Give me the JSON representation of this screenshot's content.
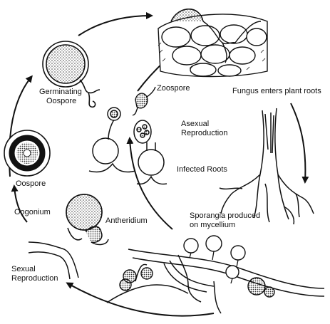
{
  "diagram": {
    "labels": {
      "germinating_oospore": [
        "Germinating",
        "Oospore"
      ],
      "zoospore": "Zoospore",
      "fungus_enters": "Fungus enters plant roots",
      "asexual_reproduction": [
        "Asexual",
        "Reproduction"
      ],
      "infected_roots": "Infected Roots",
      "oospore": "Oospore",
      "oogonium": "Oogonium",
      "antheridium": "Antheridium",
      "sporangia_produced": [
        "Sporangia produced",
        "on mycellium"
      ],
      "sexual_reproduction": [
        "Sexual",
        "Reproduction"
      ]
    },
    "colors": {
      "ink": "#111111",
      "background": "#ffffff",
      "stipple": "#444444"
    }
  }
}
